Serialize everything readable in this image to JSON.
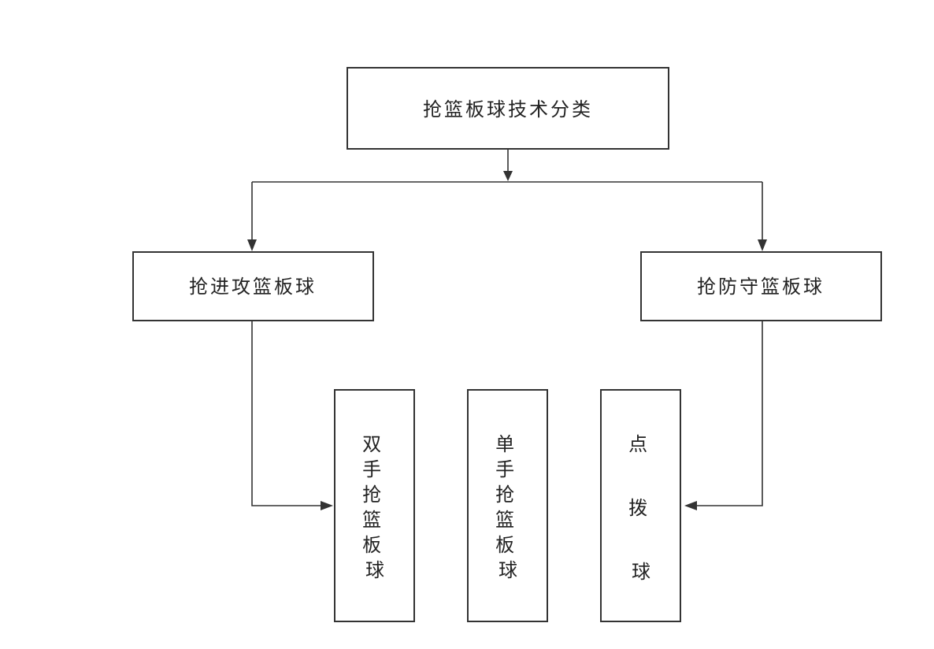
{
  "diagram": {
    "root": {
      "label": "抢篮板球技术分类"
    },
    "offense": {
      "label": "抢进攻篮板球"
    },
    "defense": {
      "label": "抢防守篮板球"
    },
    "techniques": [
      {
        "label": "双手抢篮板球",
        "chars": [
          "双",
          "手",
          "抢",
          "篮",
          "板",
          "球"
        ]
      },
      {
        "label": "单手抢篮板球",
        "chars": [
          "单",
          "手",
          "抢",
          "篮",
          "板",
          "球"
        ]
      },
      {
        "label": "点拨球",
        "chars": [
          "点",
          "拨",
          "球"
        ]
      }
    ]
  },
  "colors": {
    "stroke": "#333333",
    "text": "#222222",
    "background": "#ffffff"
  }
}
